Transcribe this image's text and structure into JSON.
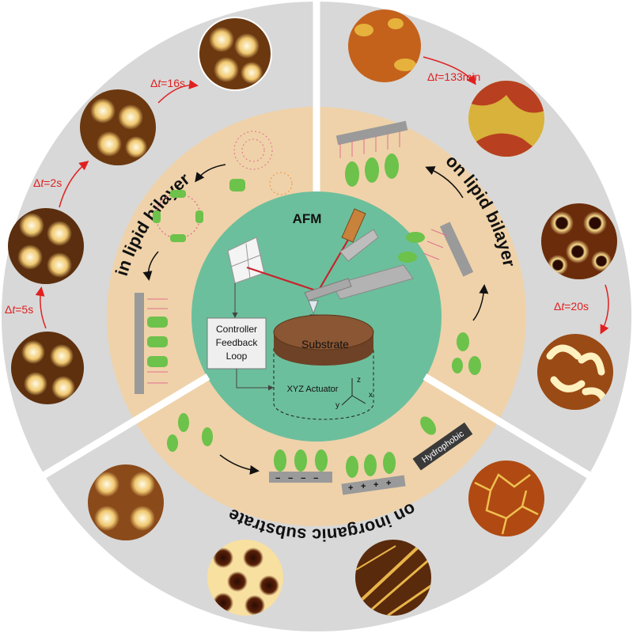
{
  "center": {
    "title": "AFM",
    "substrate_label": "Substrate",
    "controller_lines": [
      "Controller",
      "Feedback",
      "Loop"
    ],
    "actuator_label": "XYZ Actuator",
    "axes": [
      "z",
      "x",
      "y"
    ]
  },
  "sections": {
    "in_lipid": {
      "title": "in lipid bilayer"
    },
    "on_lipid": {
      "title": "on lipid bilayer"
    },
    "inorganic": {
      "title": "on inorganic substrate"
    }
  },
  "badges": {
    "hydrophobic": "Hydrophobic"
  },
  "time_steps": [
    {
      "delta": "Δ",
      "t": "t",
      "value": "=16s"
    },
    {
      "delta": "Δ",
      "t": "t",
      "value": "=2s"
    },
    {
      "delta": "Δ",
      "t": "t",
      "value": "=5s"
    },
    {
      "delta": "Δ",
      "t": "t",
      "value": "=133min"
    },
    {
      "delta": "Δ",
      "t": "t",
      "value": "=20s"
    }
  ],
  "charges": {
    "minus": "−",
    "plus": "+"
  },
  "colors": {
    "outer_ring": "#d8d8d8",
    "middle_ring": "#efd2a9",
    "center": "#6cbf9c",
    "substrate": "#8a5633",
    "accent_red": "#e02020",
    "protein_green": "#6cc24a"
  }
}
